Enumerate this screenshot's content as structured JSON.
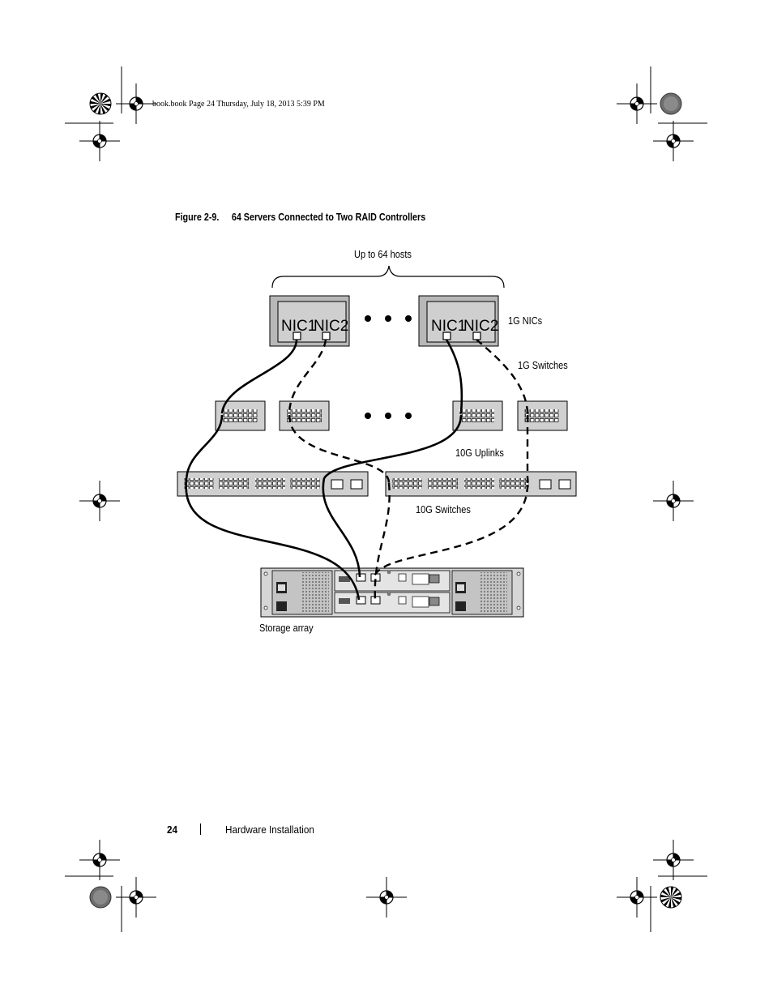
{
  "header": {
    "running_text": "book.book  Page 24  Thursday, July 18, 2013  5:39 PM"
  },
  "figure": {
    "number": "Figure 2-9.",
    "title": "64 Servers Connected to Two RAID Controllers",
    "labels": {
      "hosts": "Up to 64 hosts",
      "nics": "1G NICs",
      "switches_1g": "1G Switches",
      "uplinks": "10G Uplinks",
      "switches_10g": "10G Switches",
      "storage": "Storage array"
    },
    "server_ports": {
      "nic1": "NIC1",
      "nic2": "NIC2"
    }
  },
  "footer": {
    "page_number": "24",
    "section": "Hardware Installation"
  }
}
